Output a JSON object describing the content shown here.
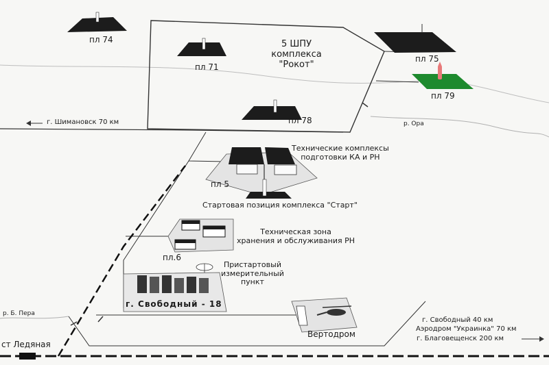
{
  "labels": {
    "pl74": "пл 74",
    "pl71": "пл 71",
    "shpu_line1": "5 ШПУ",
    "shpu_line2": "комплекса",
    "shpu_line3": "\"Рокот\"",
    "pl75": "пл 75",
    "pl79": "пл 79",
    "shimanovsk": "г. Шимановск   70 км",
    "pl78": "пл 78",
    "river_ora": "р. Ора",
    "tech_complex_line1": "Технические комплексы",
    "tech_complex_line2": "подготовки КА и РН",
    "pl5": "пл 5",
    "start_position": "Стартовая позиция комплекса \"Старт\"",
    "tech_zone_line1": "Техническая  зона",
    "tech_zone_line2": "хранения и обслуживания РН",
    "pl6": "пл.6",
    "measuring_line1": "Пристартовый",
    "measuring_line2": "измерительный",
    "measuring_line3": "пункт",
    "svobodny18": "г. Свободный - 18",
    "river_b_pera": "р. Б. Пера",
    "heliport": "Вертодром",
    "dist_svobodny": "г. Свободный  40 км",
    "dist_airfield": "Аэродром \"Украинка\"  70 км",
    "dist_blag": "г. Благовещенск  200 км",
    "station_ledyanaya": "ст Ледяная"
  },
  "colors": {
    "line": "#333333",
    "pad_dark": "#1c1c1c",
    "pad_highlight": "#1e8a2e",
    "rocket_highlight": "#e87a7a",
    "zone_fill": "#e4e4e4"
  }
}
